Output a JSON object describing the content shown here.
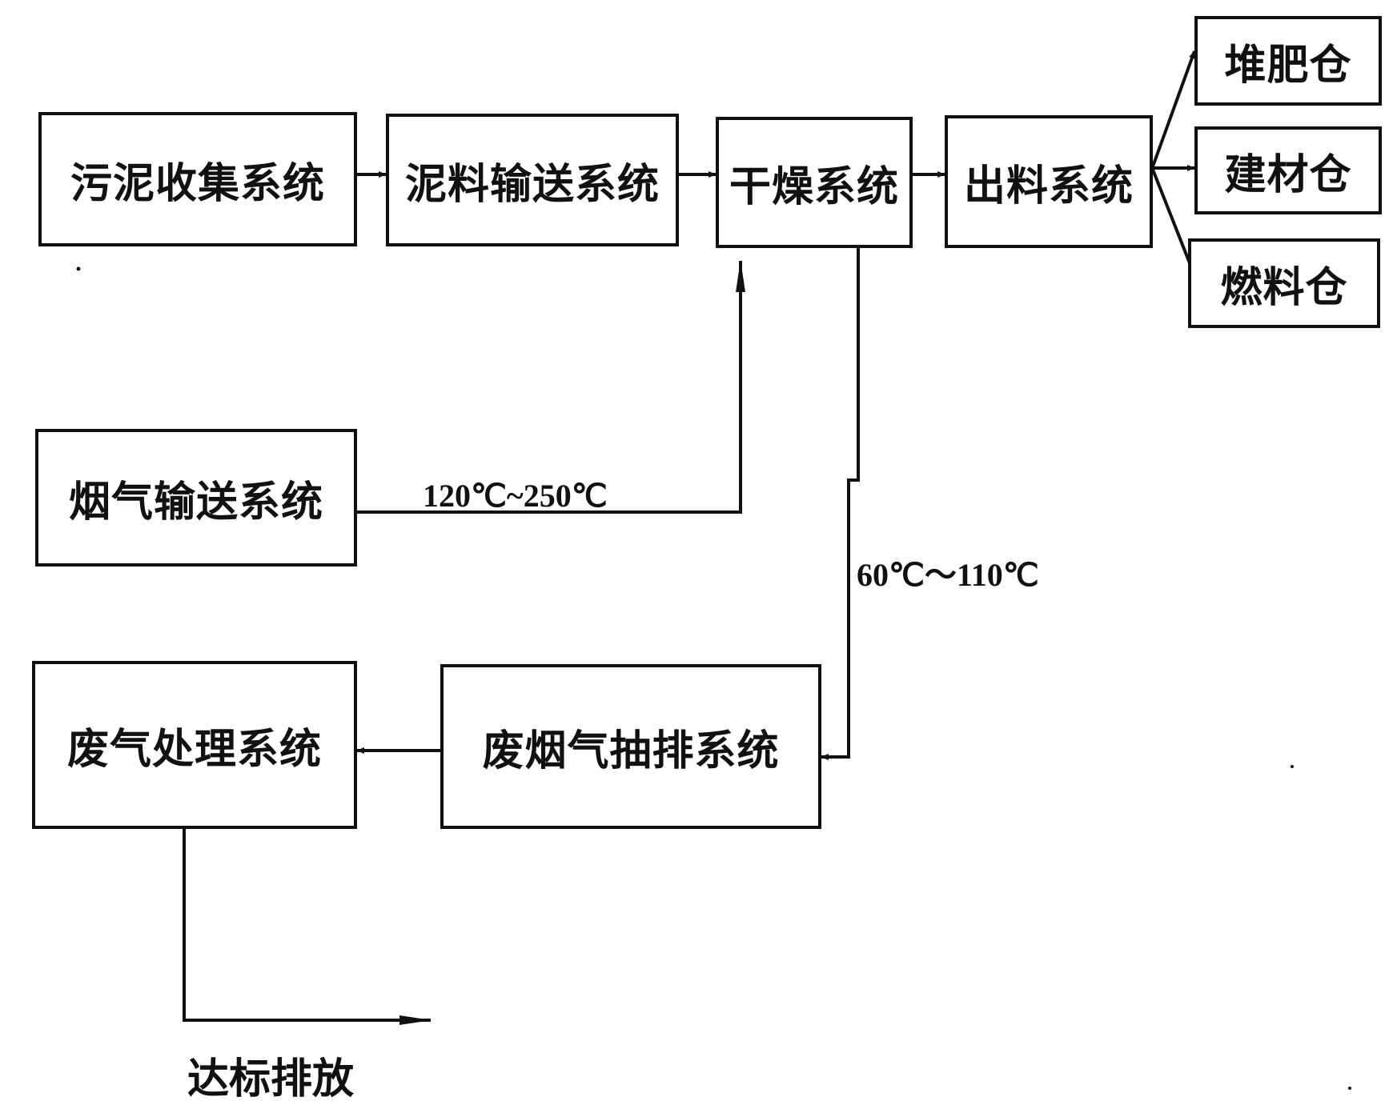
{
  "boxes": {
    "sludge_collection": "污泥收集系统",
    "sludge_conveying": "泥料输送系统",
    "drying": "干燥系统",
    "discharge": "出料系统",
    "compost_bin": "堆肥仓",
    "building_material_bin": "建材仓",
    "fuel_bin": "燃料仓",
    "flue_gas_conveying": "烟气输送系统",
    "exhaust_treatment": "废气处理系统",
    "waste_flue_gas_extraction": "废烟气抽排系统"
  },
  "labels": {
    "inlet_temp": "120℃~250℃",
    "outlet_temp": "60℃～110℃",
    "discharge_standard": "达标排放"
  }
}
